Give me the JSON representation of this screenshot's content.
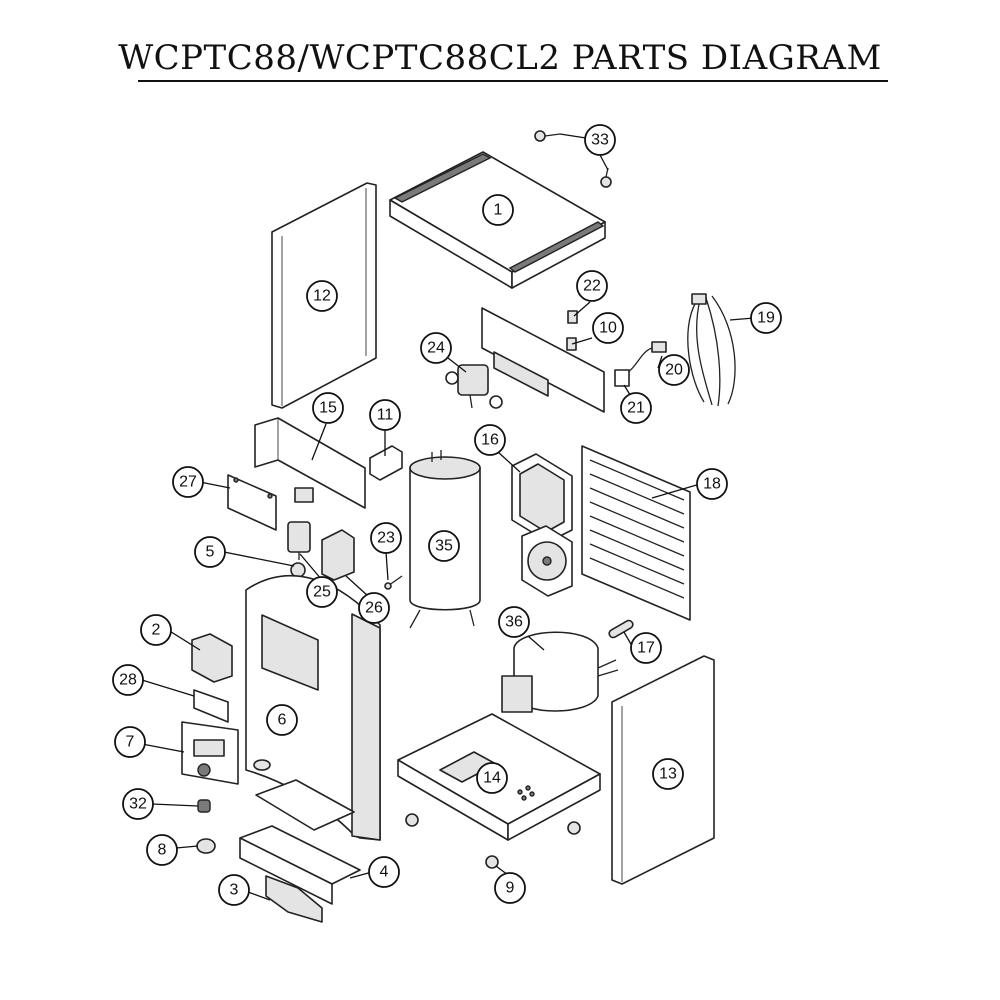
{
  "title": "WCPTC88/WCPTC88CL2 PARTS DIAGRAM",
  "callouts": [
    "1",
    "2",
    "3",
    "4",
    "5",
    "6",
    "7",
    "8",
    "9",
    "10",
    "11",
    "12",
    "13",
    "14",
    "15",
    "16",
    "17",
    "18",
    "19",
    "20",
    "21",
    "22",
    "23",
    "24",
    "25",
    "26",
    "27",
    "28",
    "32",
    "33",
    "35",
    "36"
  ]
}
